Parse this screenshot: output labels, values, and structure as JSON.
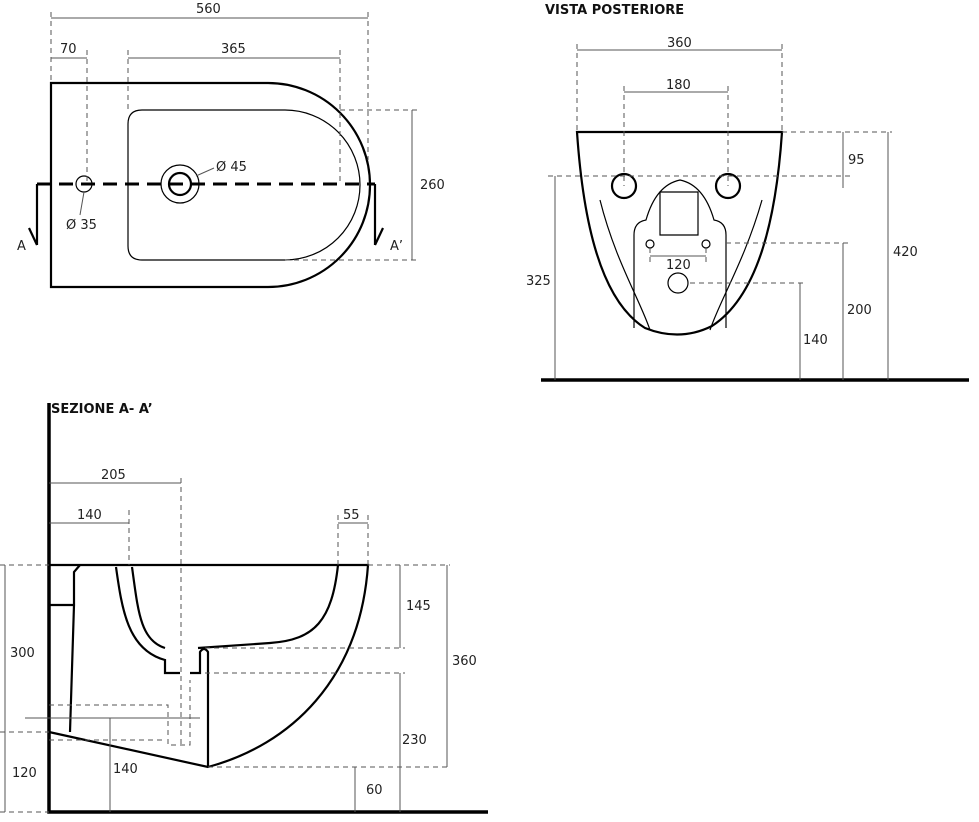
{
  "top_view": {
    "dims": {
      "overall_width": "560",
      "tap_offset": "70",
      "basin_width": "365",
      "depth": "260"
    },
    "hole_large": "Ø 45",
    "hole_small": "Ø 35",
    "section_start": "A",
    "section_end": "A’"
  },
  "rear_view": {
    "title": "VISTA POSTERIORE",
    "dims": {
      "width": "360",
      "fixing_spacing": "180",
      "inlet_spacing": "120",
      "fixing_from_top": "95",
      "height": "420",
      "fixing_height": "325",
      "inlet_height": "200",
      "drain_height": "140"
    }
  },
  "section_view": {
    "title": "SEZIONE A- A’",
    "dims": {
      "drain_axis": "205",
      "tap_axis": "140",
      "rim": "55",
      "basin_depth": "145",
      "total_height": "360",
      "outlet_height": "230",
      "bottom_clearance": "60",
      "fixing_height": "300",
      "floor_to_bottom": "120",
      "pipe_height": "140"
    }
  }
}
